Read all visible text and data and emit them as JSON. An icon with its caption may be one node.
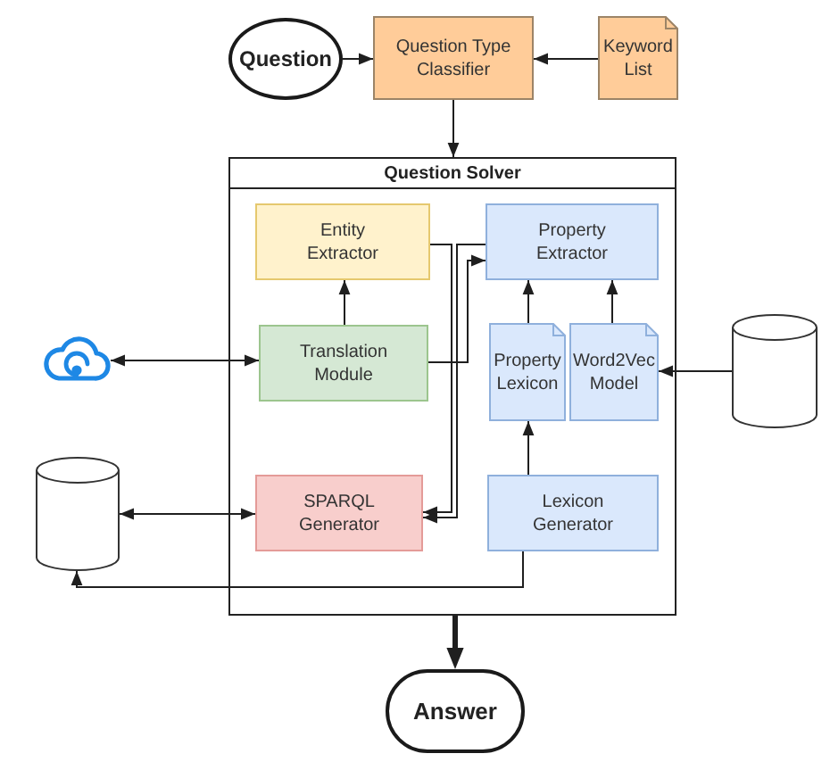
{
  "diagram": {
    "nodes": [
      {
        "text": [
          "Question"
        ]
      },
      {
        "text": [
          "Question Type Classifier"
        ]
      },
      {
        "text": [
          "Keyword List"
        ]
      },
      {
        "text": [
          "Question Solver"
        ]
      },
      {
        "text": [
          "Entity Extractor"
        ],
        "in": 3
      },
      {
        "text": [
          "Property Extractor"
        ],
        "in": 3
      },
      {
        "text": [
          "Translation Module"
        ],
        "in": 3
      },
      {
        "text": [
          "Property Lexicon"
        ],
        "in": 3
      },
      {
        "text": [
          "Word2Vec Model"
        ],
        "in": 3
      },
      {
        "text": [
          "SPARQL Generator"
        ],
        "in": 3
      },
      {
        "text": [
          "Lexicon Generator"
        ],
        "in": 3
      },
      {
        "text": [],
        "shape": "cloud"
      },
      {
        "text": [],
        "shape": "cylinder"
      },
      {
        "text": [],
        "shape": "cylinder"
      },
      {
        "text": [
          "Answer"
        ]
      }
    ],
    "edges": [
      {
        "from": 0,
        "to": 1,
        "arrow": "to"
      },
      {
        "from": 2,
        "to": 1,
        "arrow": "to"
      },
      {
        "from": 1,
        "to": 3,
        "arrow": "to"
      },
      {
        "from": 6,
        "to": 4,
        "arrow": "to"
      },
      {
        "from": 6,
        "to": 5,
        "arrow": "to"
      },
      {
        "from": 4,
        "to": 9,
        "arrow": "to"
      },
      {
        "from": 5,
        "to": 9,
        "arrow": "to"
      },
      {
        "from": 7,
        "to": 5,
        "arrow": "to"
      },
      {
        "from": 8,
        "to": 5,
        "arrow": "to"
      },
      {
        "from": 10,
        "to": 7,
        "arrow": "to"
      },
      {
        "from": 13,
        "to": 8,
        "arrow": "to"
      },
      {
        "from": 11,
        "to": 6,
        "arrow": "both"
      },
      {
        "from": 12,
        "to": 9,
        "arrow": "both"
      },
      {
        "from": 10,
        "to": 12,
        "arrow": "to"
      },
      {
        "from": 3,
        "to": 14,
        "arrow": "to",
        "style": "thick"
      }
    ]
  }
}
